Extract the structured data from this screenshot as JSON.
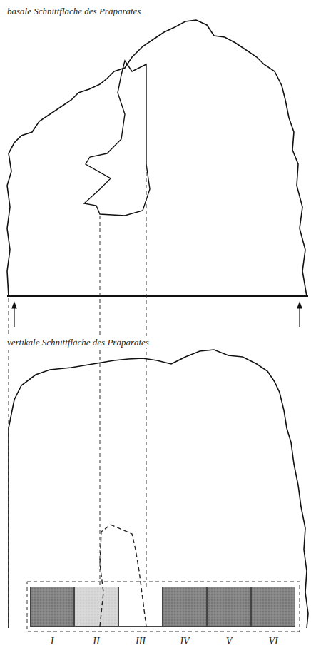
{
  "diagram": {
    "nodes": [
      {
        "text": [
          "I"
        ]
      },
      {
        "text": [
          "II"
        ]
      },
      {
        "text": [
          "III"
        ]
      },
      {
        "text": [
          "IV"
        ]
      },
      {
        "text": [
          "V"
        ]
      },
      {
        "text": [
          "VI"
        ]
      }
    ],
    "labels": [
      "basale Schnittfläche des Präparates",
      "vertikale Schnittfläche des Präparates"
    ]
  }
}
